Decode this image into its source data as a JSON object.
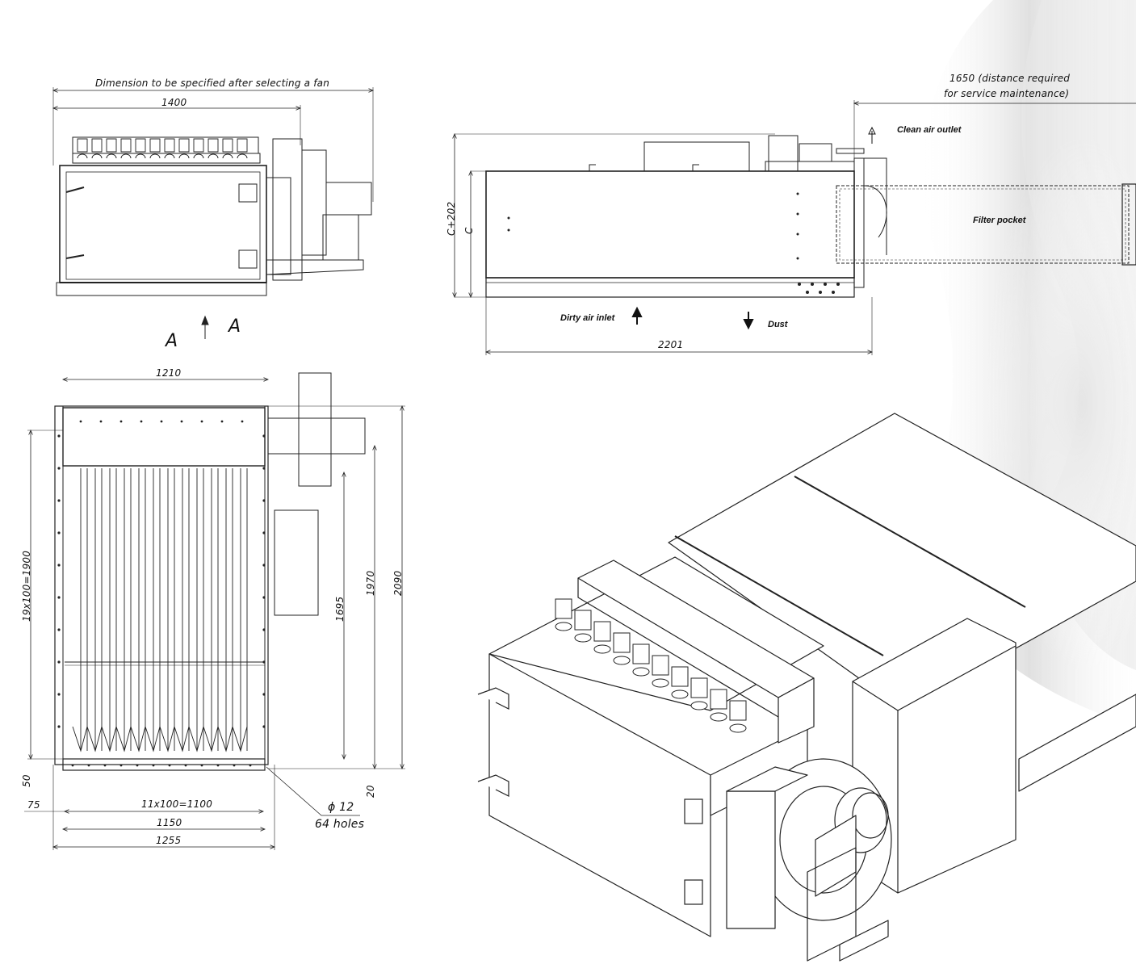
{
  "drawing": {
    "top_view": {
      "fan_dimension_note": "Dimension to be specified after selecting a fan",
      "width_1400": "1400"
    },
    "section_markers": {
      "left": "A",
      "right": "A"
    },
    "side_view": {
      "service_distance_line1": "1650 (distance required",
      "service_distance_line2": "for service maintenance)",
      "clean_air_outlet": "Clean air outlet",
      "filter_pocket": "Filter pocket",
      "height_c202": "C+202",
      "height_c": "C",
      "dirty_air_inlet": "Dirty air inlet",
      "dust": "Dust",
      "length_2201": "2201"
    },
    "section_a": {
      "width_1210": "1210",
      "pitch_vertical": "19x100=1900",
      "inner_1695": "1695",
      "inner_1970": "1970",
      "overall_2090": "2090",
      "edge_50": "50",
      "edge_20": "20",
      "edge_75": "75",
      "pitch_horizontal": "11x100=1100",
      "width_1150": "1150",
      "width_1255": "1255",
      "hole_diameter": "ϕ 12",
      "hole_count": "64 holes"
    }
  }
}
